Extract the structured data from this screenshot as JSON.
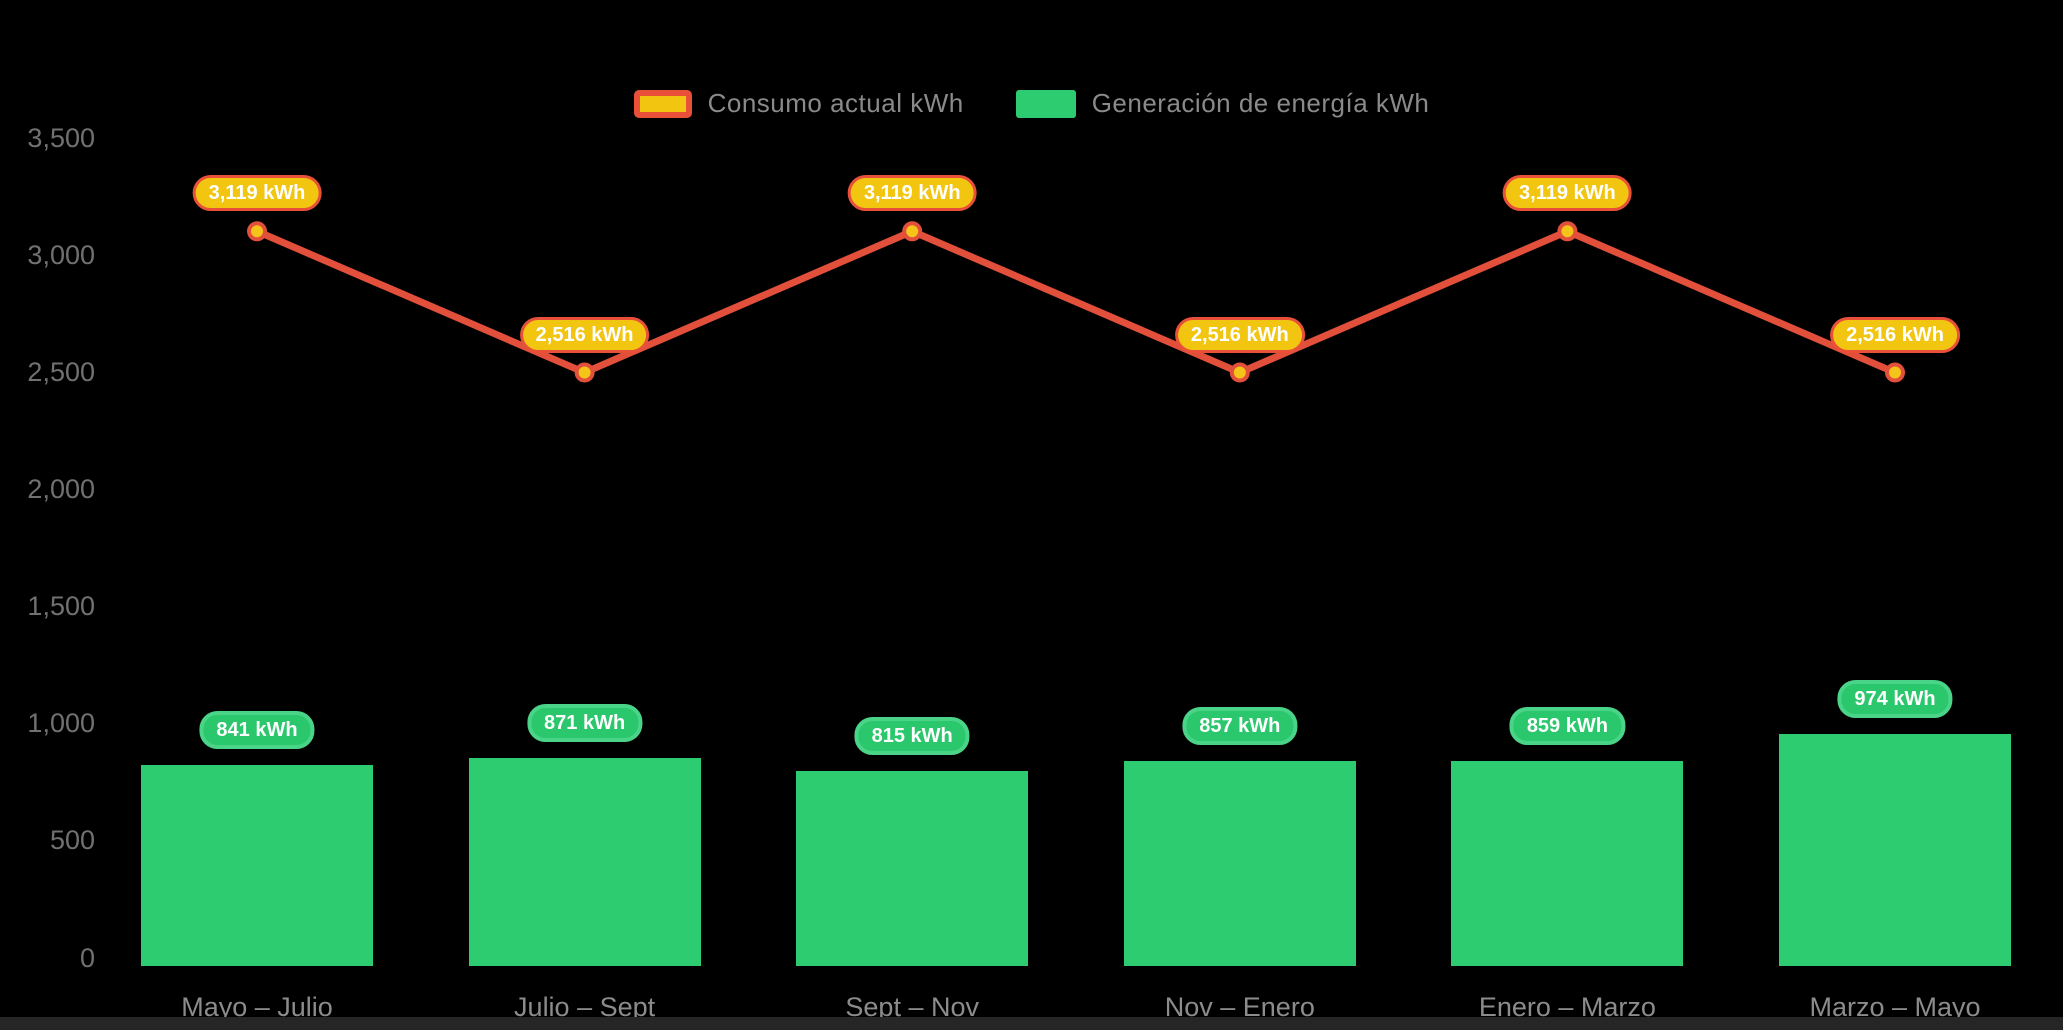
{
  "chart_data": {
    "type": "line+bar",
    "title": "",
    "xlabel": "",
    "ylabel": "",
    "background": "#000000",
    "grid": false,
    "legend_position": "top-center",
    "categories": [
      "Mayo – Julio",
      "Julio – Sept",
      "Sept – Nov",
      "Nov – Enero",
      "Enero – Marzo",
      "Marzo – Mayo"
    ],
    "series": [
      {
        "name": "Consumo actual kWh",
        "type": "line",
        "color": "#e2503b",
        "point_fill": "#f5c418",
        "point_border": "#e2503b",
        "label_bg": "#f2c511",
        "label_border": "#e8503a",
        "values": [
          3119,
          2516,
          3119,
          2516,
          3119,
          2516
        ],
        "labels": [
          "3,119 kWh",
          "2,516 kWh",
          "3,119 kWh",
          "2,516 kWh",
          "3,119 kWh",
          "2,516 kWh"
        ]
      },
      {
        "name": "Generación de energía kWh",
        "type": "bar",
        "color": "#2ecc71",
        "label_bg": "#2bc76d",
        "label_border": "#4ad488",
        "values": [
          841,
          871,
          815,
          857,
          859,
          974
        ],
        "labels": [
          "841 kWh",
          "871 kWh",
          "815 kWh",
          "857 kWh",
          "859 kWh",
          "974 kWh"
        ]
      }
    ],
    "ylim": [
      0,
      3500
    ],
    "yticks": [
      0,
      500,
      1000,
      1500,
      2000,
      2500,
      3000,
      3500
    ],
    "ytick_labels": [
      "0",
      "500",
      "1,000",
      "1,500",
      "2,000",
      "2,500",
      "3,000",
      "3,500"
    ]
  },
  "colors": {
    "background": "#000000",
    "line": "#e2503b",
    "bar": "#2ecc71",
    "line_label_fill": "#f2c511",
    "line_label_border": "#e8503a",
    "axis_text": "#717171",
    "category_text": "#8c8c8c",
    "legend_text": "#8a8a8a",
    "bottom_strip": "#262626"
  }
}
